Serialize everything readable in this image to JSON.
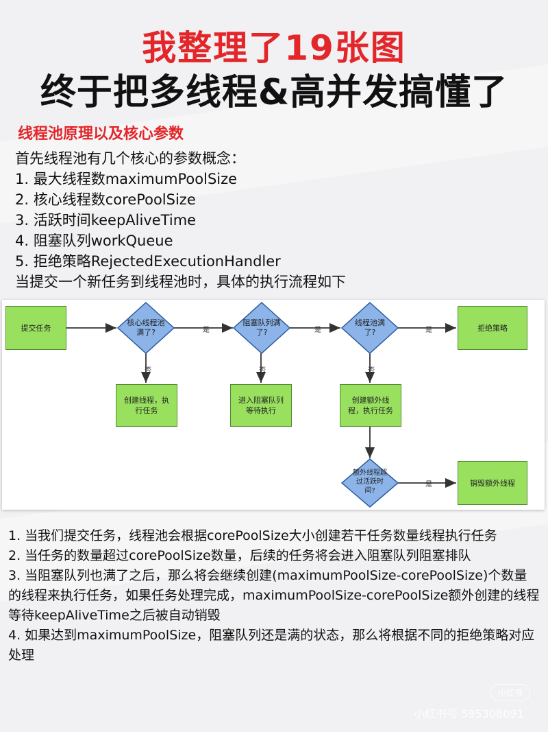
{
  "header": {
    "title_line1": "我整理了19张图",
    "title_line2": "终于把多线程&高并发搞懂了"
  },
  "section": {
    "title": "线程池原理以及核心参数",
    "intro_lines": [
      "首先线程池有几个核心的参数概念：",
      "1. 最大线程数maximumPoolSize",
      "2. 核心线程数corePoolSize",
      "3. 活跃时间keepAliveTime",
      "4. 阻塞队列workQueue",
      "5. 拒绝策略RejectedExecutionHandler",
      "当提交一个新任务到线程池时，具体的执行流程如下"
    ]
  },
  "flowchart": {
    "nodes": {
      "submit": "提交任务",
      "core_full": [
        "核心线程池",
        "满了?"
      ],
      "queue_full": [
        "阻塞队列满",
        "了?"
      ],
      "pool_full": [
        "线程池满",
        "了?"
      ],
      "reject": "拒绝策略",
      "create_core": [
        "创建线程，执",
        "行任务"
      ],
      "enqueue": [
        "进入阻塞队列",
        "等待执行"
      ],
      "create_extra": [
        "创建额外线",
        "程，执行任务"
      ],
      "idle_check": [
        "额外线程超",
        "过活跃时",
        "间?"
      ],
      "destroy": "销毁额外线程"
    },
    "labels": {
      "yes": "是",
      "no": "否"
    },
    "colors": {
      "box": "#99e05f",
      "diamond": "#8cb4e8"
    }
  },
  "steps": [
    "1. 当我们提交任务，线程池会根据corePoolSize大小创建若干任务数量线程执行任务",
    "2. 当任务的数量超过corePoolSize数量，后续的任务将会进入阻塞队列阻塞排队",
    "3. 当阻塞队列也满了之后，那么将会继续创建(maximumPoolSize-corePoolSize)个数量的线程来执行任务，如果任务处理完成，maximumPoolSize-corePoolSize额外创建的线程等待keepAliveTime之后被自动销毁",
    "4. 如果达到maximumPoolSize，阻塞队列还是满的状态，那么将根据不同的拒绝策略对应处理"
  ],
  "watermark": {
    "badge": "小红书",
    "text": "小红书号 595308091"
  }
}
